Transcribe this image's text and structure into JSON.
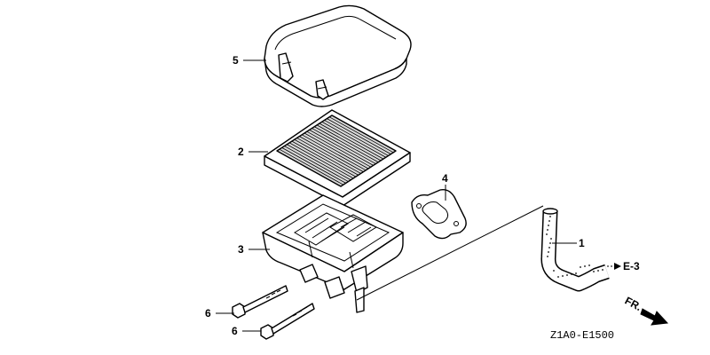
{
  "diagram": {
    "callouts": [
      {
        "id": "callout-5",
        "number": "5"
      },
      {
        "id": "callout-2",
        "number": "2"
      },
      {
        "id": "callout-3",
        "number": "3"
      },
      {
        "id": "callout-4",
        "number": "4"
      },
      {
        "id": "callout-1",
        "number": "1"
      },
      {
        "id": "callout-6a",
        "number": "6"
      },
      {
        "id": "callout-6b",
        "number": "6"
      }
    ],
    "reference": "E-3",
    "direction": "FR.",
    "drawing_code": "Z1A0-E1500"
  }
}
